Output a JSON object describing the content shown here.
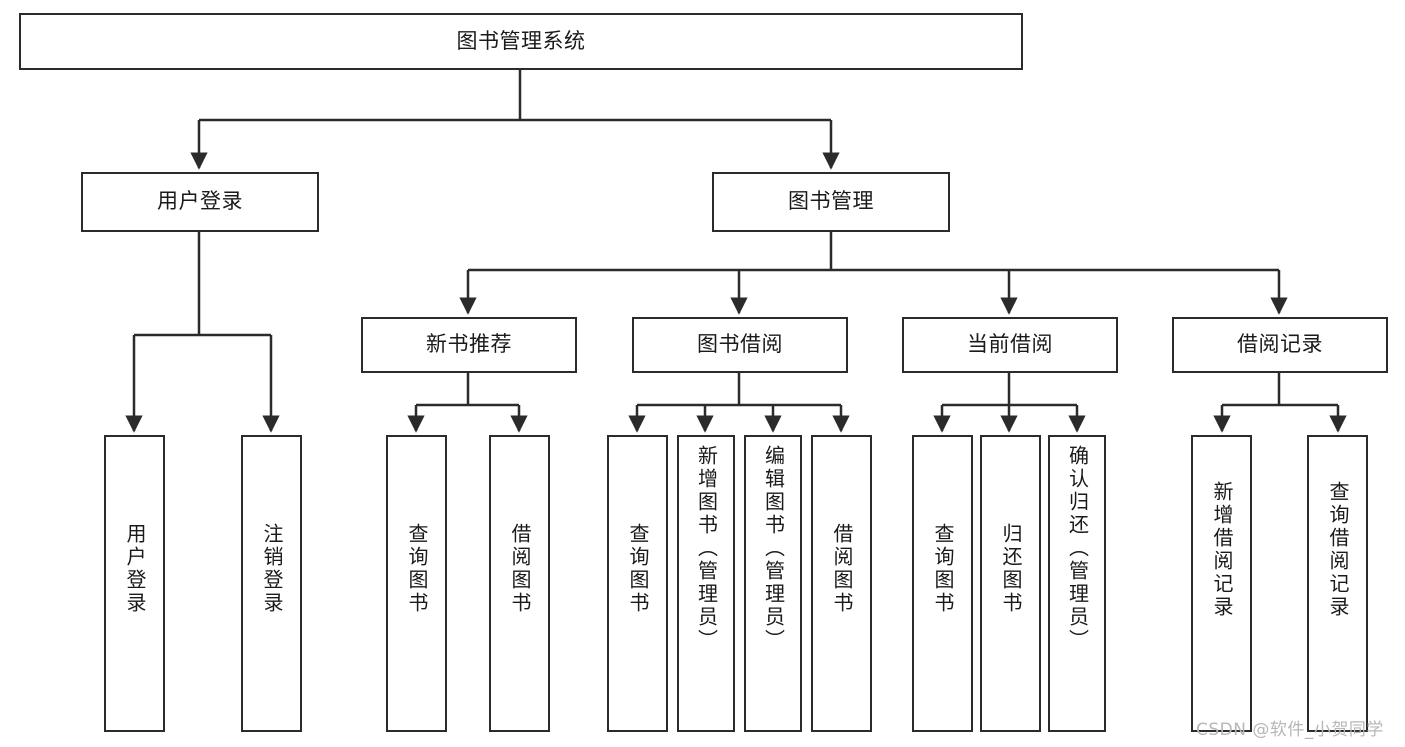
{
  "diagram": {
    "title": "图书管理系统",
    "type": "hierarchy-tree",
    "root": {
      "id": "root",
      "label": "图书管理系统",
      "level": 0
    },
    "level2": [
      {
        "id": "user-login",
        "label": "用户登录"
      },
      {
        "id": "book-management",
        "label": "图书管理"
      }
    ],
    "level3": [
      {
        "id": "new-book-recommend",
        "label": "新书推荐",
        "parent": "book-management"
      },
      {
        "id": "book-borrow",
        "label": "图书借阅",
        "parent": "book-management"
      },
      {
        "id": "current-borrow",
        "label": "当前借阅",
        "parent": "book-management"
      },
      {
        "id": "borrow-record",
        "label": "借阅记录",
        "parent": "book-management"
      }
    ],
    "leaves": [
      {
        "id": "leaf-user-login",
        "label": "用户登录",
        "parent": "user-login"
      },
      {
        "id": "leaf-user-logout",
        "label": "注销登录",
        "parent": "user-login"
      },
      {
        "id": "leaf-query-book-1",
        "label": "查询图书",
        "parent": "new-book-recommend"
      },
      {
        "id": "leaf-borrow-book-1",
        "label": "借阅图书",
        "parent": "new-book-recommend"
      },
      {
        "id": "leaf-query-book-2",
        "label": "查询图书",
        "parent": "book-borrow"
      },
      {
        "id": "leaf-add-book",
        "label": "新增图书（管理员）",
        "parent": "book-borrow"
      },
      {
        "id": "leaf-edit-book",
        "label": "编辑图书（管理员）",
        "parent": "book-borrow"
      },
      {
        "id": "leaf-borrow-book-2",
        "label": "借阅图书",
        "parent": "book-borrow"
      },
      {
        "id": "leaf-query-book-3",
        "label": "查询图书",
        "parent": "current-borrow"
      },
      {
        "id": "leaf-return-book",
        "label": "归还图书",
        "parent": "current-borrow"
      },
      {
        "id": "leaf-confirm-return",
        "label": "确认归还（管理员）",
        "parent": "current-borrow"
      },
      {
        "id": "leaf-add-record",
        "label": "新增借阅记录",
        "parent": "borrow-record"
      },
      {
        "id": "leaf-query-record",
        "label": "查询借阅记录",
        "parent": "borrow-record"
      }
    ],
    "watermark": "CSDN @软件_小贺同学",
    "colors": {
      "stroke": "#2b2b2b",
      "fill": "#ffffff",
      "text": "#1a1a1a",
      "watermark": "#b7b7b7"
    }
  }
}
